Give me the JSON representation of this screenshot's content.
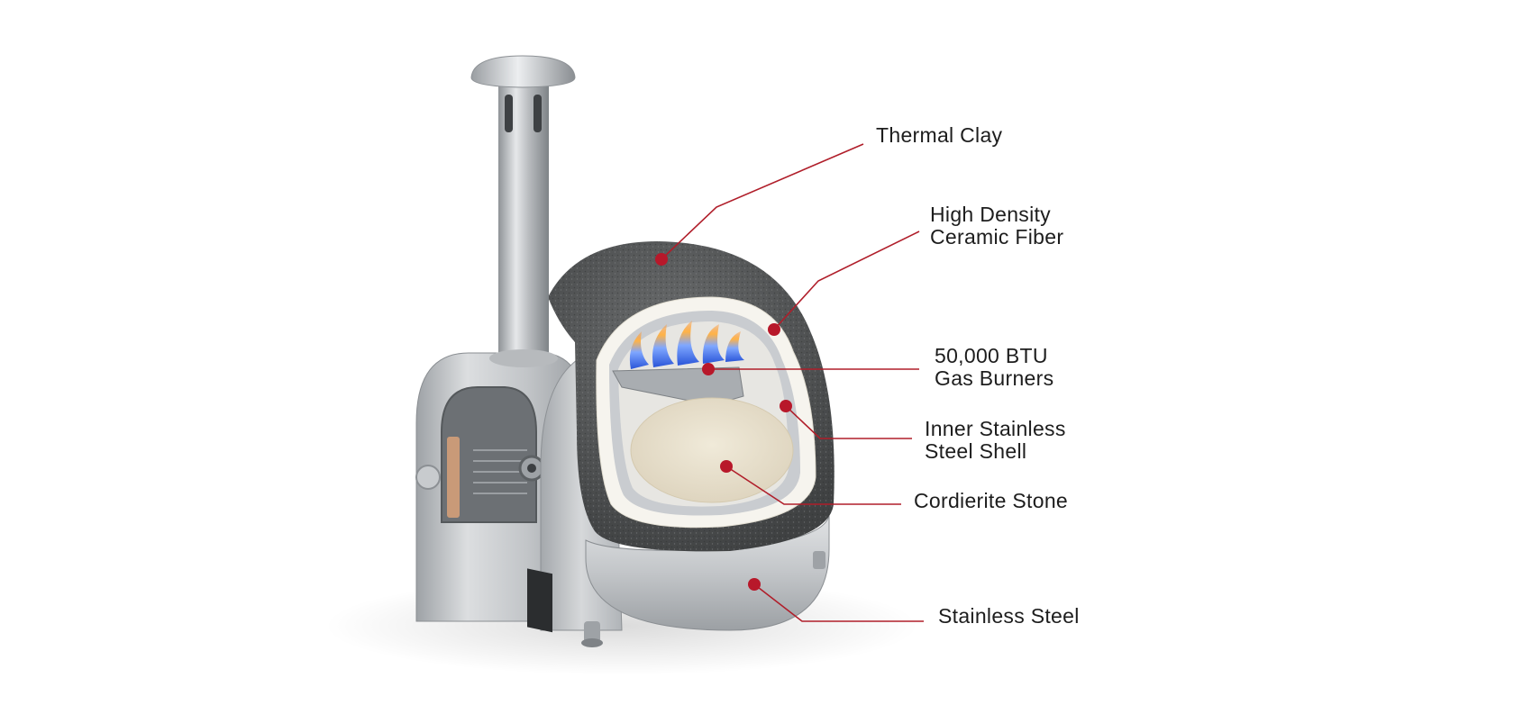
{
  "colors": {
    "leader_line": "#b01e2a",
    "dot": "#b8182a",
    "label_text": "#1d1d1d",
    "steel_light": "#d7d9db",
    "steel_dark": "#8c9196",
    "clay": "#5d5f60",
    "ceramic_fiber": "#f6f4ee",
    "stone": "#ece5d4"
  },
  "icons": {
    "oven": "pizza-oven-cutaway-illustration",
    "brand_badge": "brand-logo-plate"
  },
  "callouts": [
    {
      "id": "thermal-clay",
      "lines": [
        "Thermal Clay"
      ]
    },
    {
      "id": "ceramic-fiber",
      "lines": [
        "High Density",
        "Ceramic Fiber"
      ]
    },
    {
      "id": "gas-burners",
      "lines": [
        "50,000 BTU",
        "Gas Burners"
      ]
    },
    {
      "id": "inner-shell",
      "lines": [
        "Inner Stainless",
        "Steel Shell"
      ]
    },
    {
      "id": "cordierite-stone",
      "lines": [
        "Cordierite Stone"
      ]
    },
    {
      "id": "stainless-steel",
      "lines": [
        "Stainless Steel"
      ]
    }
  ]
}
